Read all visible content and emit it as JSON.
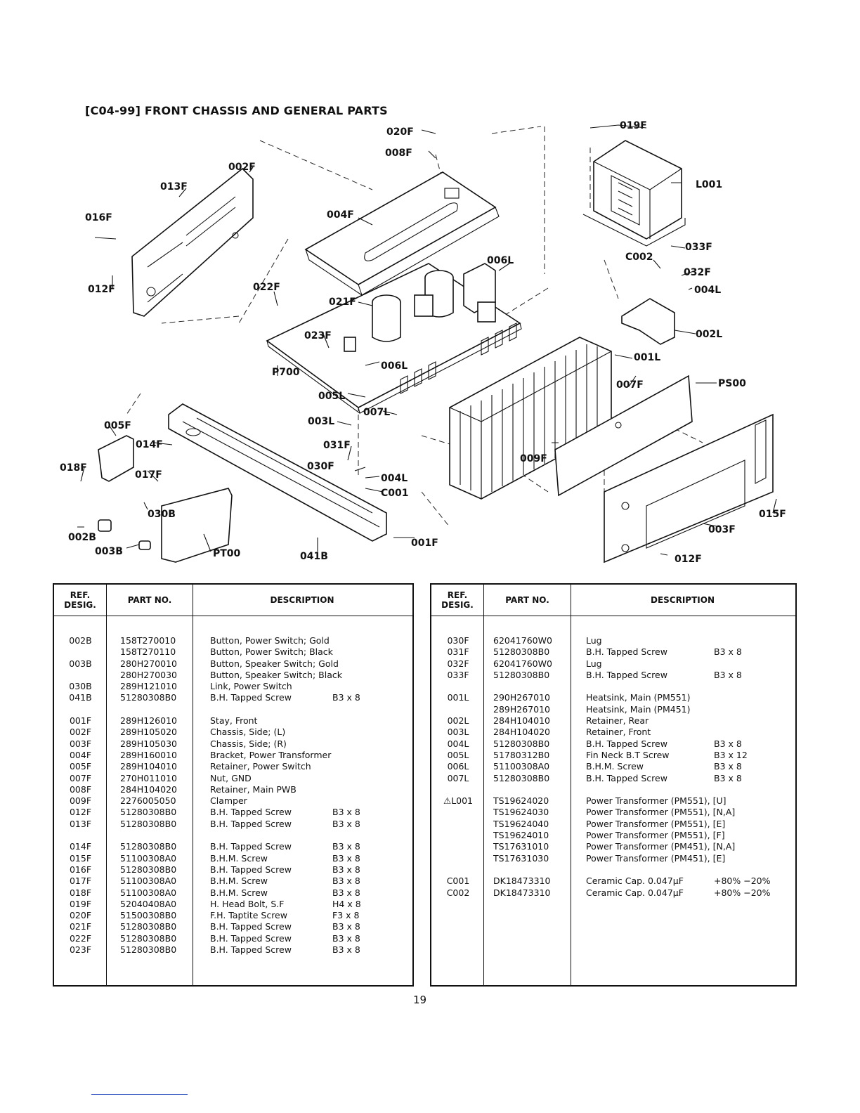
{
  "page": {
    "title": "[C04-99] FRONT CHASSIS AND GENERAL PARTS",
    "page_number": "19"
  },
  "diagram": {
    "labels": [
      "020F",
      "008F",
      "019F",
      "002F",
      "013F",
      "L001",
      "004F",
      "016F",
      "006L",
      "C002",
      "033F",
      "032F",
      "004L",
      "012F",
      "022F",
      "021F",
      "002L",
      "023F",
      "001L",
      "006L",
      "P700",
      "007F",
      "PS00",
      "005L",
      "005F",
      "003L",
      "007L",
      "014F",
      "031F",
      "018F",
      "017F",
      "030F",
      "004L",
      "009F",
      "C001",
      "030B",
      "015F",
      "002B",
      "003F",
      "PT00",
      "003B",
      "041B",
      "001F",
      "012F"
    ]
  },
  "tables": {
    "headers": {
      "ref": [
        "REF.",
        "DESIG."
      ],
      "part": "PART NO.",
      "desc": "DESCRIPTION"
    },
    "left": [
      {
        "ref": "002B",
        "part": "158T270010",
        "desc": "Button, Power Switch; Gold",
        "spec": ""
      },
      {
        "ref": "",
        "part": "158T270110",
        "desc": "Button, Power Switch; Black",
        "spec": ""
      },
      {
        "ref": "003B",
        "part": "280H270010",
        "desc": "Button, Speaker Switch; Gold",
        "spec": ""
      },
      {
        "ref": "",
        "part": "280H270030",
        "desc": "Button, Speaker Switch; Black",
        "spec": ""
      },
      {
        "ref": "030B",
        "part": "289H121010",
        "desc": "Link, Power Switch",
        "spec": ""
      },
      {
        "ref": "041B",
        "part": "51280308B0",
        "desc": "B.H. Tapped Screw",
        "spec": "B3 x 8"
      },
      {
        "gap": true
      },
      {
        "ref": "001F",
        "part": "289H126010",
        "desc": "Stay, Front",
        "spec": ""
      },
      {
        "ref": "002F",
        "part": "289H105020",
        "desc": "Chassis, Side; (L)",
        "spec": ""
      },
      {
        "ref": "003F",
        "part": "289H105030",
        "desc": "Chassis, Side; (R)",
        "spec": ""
      },
      {
        "ref": "004F",
        "part": "289H160010",
        "desc": "Bracket, Power Transformer",
        "spec": ""
      },
      {
        "ref": "005F",
        "part": "289H104010",
        "desc": "Retainer, Power Switch",
        "spec": ""
      },
      {
        "ref": "007F",
        "part": "270H011010",
        "desc": "Nut, GND",
        "spec": ""
      },
      {
        "ref": "008F",
        "part": "284H104020",
        "desc": "Retainer, Main PWB",
        "spec": ""
      },
      {
        "ref": "009F",
        "part": "2276005050",
        "desc": "Clamper",
        "spec": ""
      },
      {
        "ref": "012F",
        "part": "51280308B0",
        "desc": "B.H. Tapped Screw",
        "spec": "B3 x 8"
      },
      {
        "ref": "013F",
        "part": "51280308B0",
        "desc": "B.H. Tapped Screw",
        "spec": "B3 x 8"
      },
      {
        "gap": true
      },
      {
        "ref": "014F",
        "part": "51280308B0",
        "desc": "B.H. Tapped Screw",
        "spec": "B3 x 8"
      },
      {
        "ref": "015F",
        "part": "51100308A0",
        "desc": "B.H.M. Screw",
        "spec": "B3 x 8"
      },
      {
        "ref": "016F",
        "part": "51280308B0",
        "desc": "B.H. Tapped Screw",
        "spec": "B3 x 8"
      },
      {
        "ref": "017F",
        "part": "51100308A0",
        "desc": "B.H.M. Screw",
        "spec": "B3 x 8"
      },
      {
        "ref": "018F",
        "part": "51100308A0",
        "desc": "B.H.M. Screw",
        "spec": "B3 x 8"
      },
      {
        "ref": "019F",
        "part": "52040408A0",
        "desc": "H. Head Bolt, S.F",
        "spec": "H4 x 8"
      },
      {
        "ref": "020F",
        "part": "51500308B0",
        "desc": "F.H. Taptite Screw",
        "spec": "F3 x 8"
      },
      {
        "ref": "021F",
        "part": "51280308B0",
        "desc": "B.H. Tapped Screw",
        "spec": "B3 x 8"
      },
      {
        "ref": "022F",
        "part": "51280308B0",
        "desc": "B.H. Tapped Screw",
        "spec": "B3 x 8"
      },
      {
        "ref": "023F",
        "part": "51280308B0",
        "desc": "B.H. Tapped Screw",
        "spec": "B3 x 8"
      }
    ],
    "right": [
      {
        "ref": "030F",
        "part": "62041760W0",
        "desc": "Lug",
        "spec": ""
      },
      {
        "ref": "031F",
        "part": "51280308B0",
        "desc": "B.H. Tapped Screw",
        "spec": "B3 x 8"
      },
      {
        "ref": "032F",
        "part": "62041760W0",
        "desc": "Lug",
        "spec": ""
      },
      {
        "ref": "033F",
        "part": "51280308B0",
        "desc": "B.H. Tapped Screw",
        "spec": "B3 x 8"
      },
      {
        "gap": true
      },
      {
        "ref": "001L",
        "part": "290H267010",
        "desc": "Heatsink, Main (PM551)",
        "spec": ""
      },
      {
        "ref": "",
        "part": "289H267010",
        "desc": "Heatsink, Main (PM451)",
        "spec": ""
      },
      {
        "ref": "002L",
        "part": "284H104010",
        "desc": "Retainer, Rear",
        "spec": ""
      },
      {
        "ref": "003L",
        "part": "284H104020",
        "desc": "Retainer, Front",
        "spec": ""
      },
      {
        "ref": "004L",
        "part": "51280308B0",
        "desc": "B.H. Tapped Screw",
        "spec": "B3 x 8"
      },
      {
        "ref": "005L",
        "part": "51780312B0",
        "desc": "Fin Neck B.T Screw",
        "spec": "B3 x 12"
      },
      {
        "ref": "006L",
        "part": "51100308A0",
        "desc": "B.H.M. Screw",
        "spec": "B3 x 8"
      },
      {
        "ref": "007L",
        "part": "51280308B0",
        "desc": "B.H. Tapped Screw",
        "spec": "B3 x 8"
      },
      {
        "gap": true
      },
      {
        "ref": "⚠L001",
        "part": "TS19624020",
        "desc": "Power Transformer (PM551), [U]",
        "spec": ""
      },
      {
        "ref": "",
        "part": "TS19624030",
        "desc": "Power Transformer (PM551), [N,A]",
        "spec": ""
      },
      {
        "ref": "",
        "part": "TS19624040",
        "desc": "Power Transformer (PM551), [E]",
        "spec": ""
      },
      {
        "ref": "",
        "part": "TS19624010",
        "desc": "Power Transformer (PM551), [F]",
        "spec": ""
      },
      {
        "ref": "",
        "part": "TS17631010",
        "desc": "Power Transformer (PM451), [N,A]",
        "spec": ""
      },
      {
        "ref": "",
        "part": "TS17631030",
        "desc": "Power Transformer (PM451), [E]",
        "spec": ""
      },
      {
        "gap": true
      },
      {
        "ref": "C001",
        "part": "DK18473310",
        "desc": "Ceramic Cap.  0.047μF",
        "spec": "+80% −20%"
      },
      {
        "ref": "C002",
        "part": "DK18473310",
        "desc": "Ceramic Cap.  0.047μF",
        "spec": "+80% −20%"
      }
    ]
  }
}
